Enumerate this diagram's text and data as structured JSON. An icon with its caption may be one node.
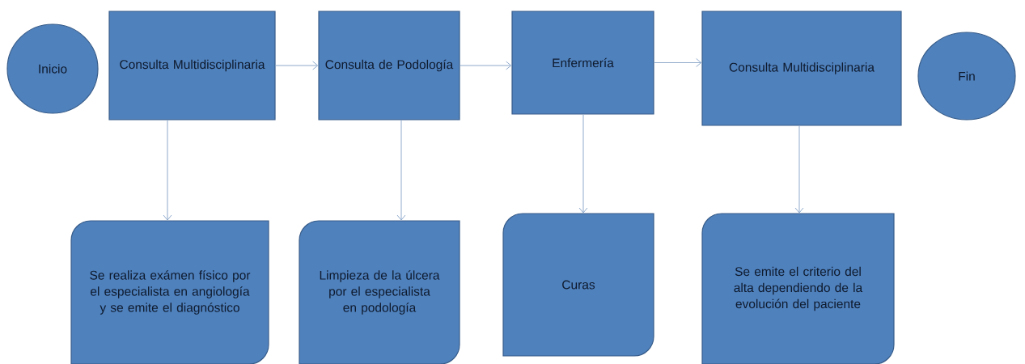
{
  "diagram": {
    "nodes": [
      {
        "text": [
          "Inicio"
        ]
      },
      {
        "text": [
          "Consulta Multidisciplinaria"
        ]
      },
      {
        "text": [
          "Consulta de Podología"
        ]
      },
      {
        "text": [
          "Enfermería"
        ]
      },
      {
        "text": [
          "Consulta Multidisciplinaria"
        ]
      },
      {
        "text": [
          "Fin"
        ]
      },
      {
        "text": [
          "Se realiza exámen físico por el especialista en angiología y se emite el diagnóstico"
        ]
      },
      {
        "text": [
          "Limpieza de la úlcera por el especialista en podología"
        ]
      },
      {
        "text": [
          "Curas"
        ]
      },
      {
        "text": [
          "Se emite el criterio del alta dependiendo de la evolución del paciente"
        ]
      }
    ],
    "edges": [
      {
        "from": 1,
        "to": 2,
        "arrow": "to"
      },
      {
        "from": 2,
        "to": 3,
        "arrow": "to"
      },
      {
        "from": 3,
        "to": 4,
        "arrow": "to"
      },
      {
        "from": 1,
        "to": 6,
        "arrow": "to"
      },
      {
        "from": 2,
        "to": 7,
        "arrow": "to"
      },
      {
        "from": 3,
        "to": 8,
        "arrow": "to"
      },
      {
        "from": 4,
        "to": 9,
        "arrow": "to"
      }
    ]
  }
}
